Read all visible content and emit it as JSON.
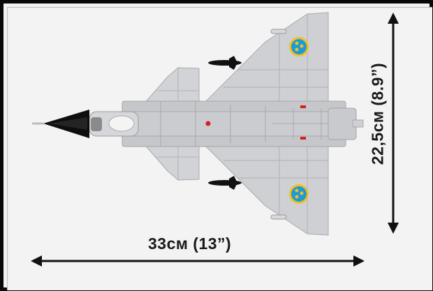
{
  "product": {
    "subject": "aircraft model top view (delta-wing jet)",
    "roundel_colors": {
      "outer": "#f0c020",
      "inner": "#1e9ad6",
      "crowns": "#f0c020"
    },
    "body_color": "#c8c9cc",
    "nose_color": "#111111"
  },
  "dimensions": {
    "width_label": "33см (13”)",
    "height_label": "22,5см (8.9”)"
  },
  "colors": {
    "background": "#f3f3f3",
    "frame": "#0a0a0a",
    "arrow": "#111111",
    "text": "#1a1a1a"
  }
}
